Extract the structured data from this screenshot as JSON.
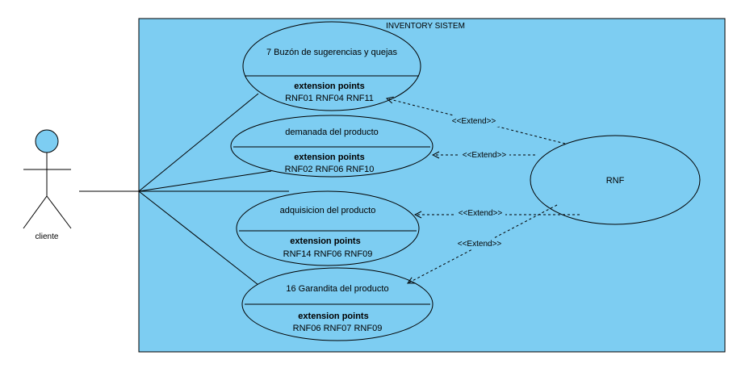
{
  "colors": {
    "background": "#ffffff",
    "system_fill": "#7dcdf2",
    "line": "#000000",
    "actor_head": "#7dcdf2"
  },
  "system": {
    "title": "INVENTORY SISTEM"
  },
  "actor": {
    "label": "cliente"
  },
  "use_cases": [
    {
      "title": "7 Buzón de sugerencias y quejas",
      "ep_label": "extension points",
      "ep_values": "RNF01 RNF04 RNF11"
    },
    {
      "title": "demanada del producto",
      "ep_label": "extension points",
      "ep_values": "RNF02 RNF06 RNF10"
    },
    {
      "title": "adquisicion del producto",
      "ep_label": "extension points",
      "ep_values": "RNF14 RNF06 RNF09"
    },
    {
      "title": "16 Garandita del producto",
      "ep_label": "extension points",
      "ep_values": "RNF06 RNF07 RNF09"
    }
  ],
  "rnf": {
    "label": "RNF"
  },
  "extends": [
    {
      "label": "<<Extend>>"
    },
    {
      "label": "<<Extend>>"
    },
    {
      "label": "<<Extend>>"
    },
    {
      "label": "<<Extend>>"
    }
  ]
}
